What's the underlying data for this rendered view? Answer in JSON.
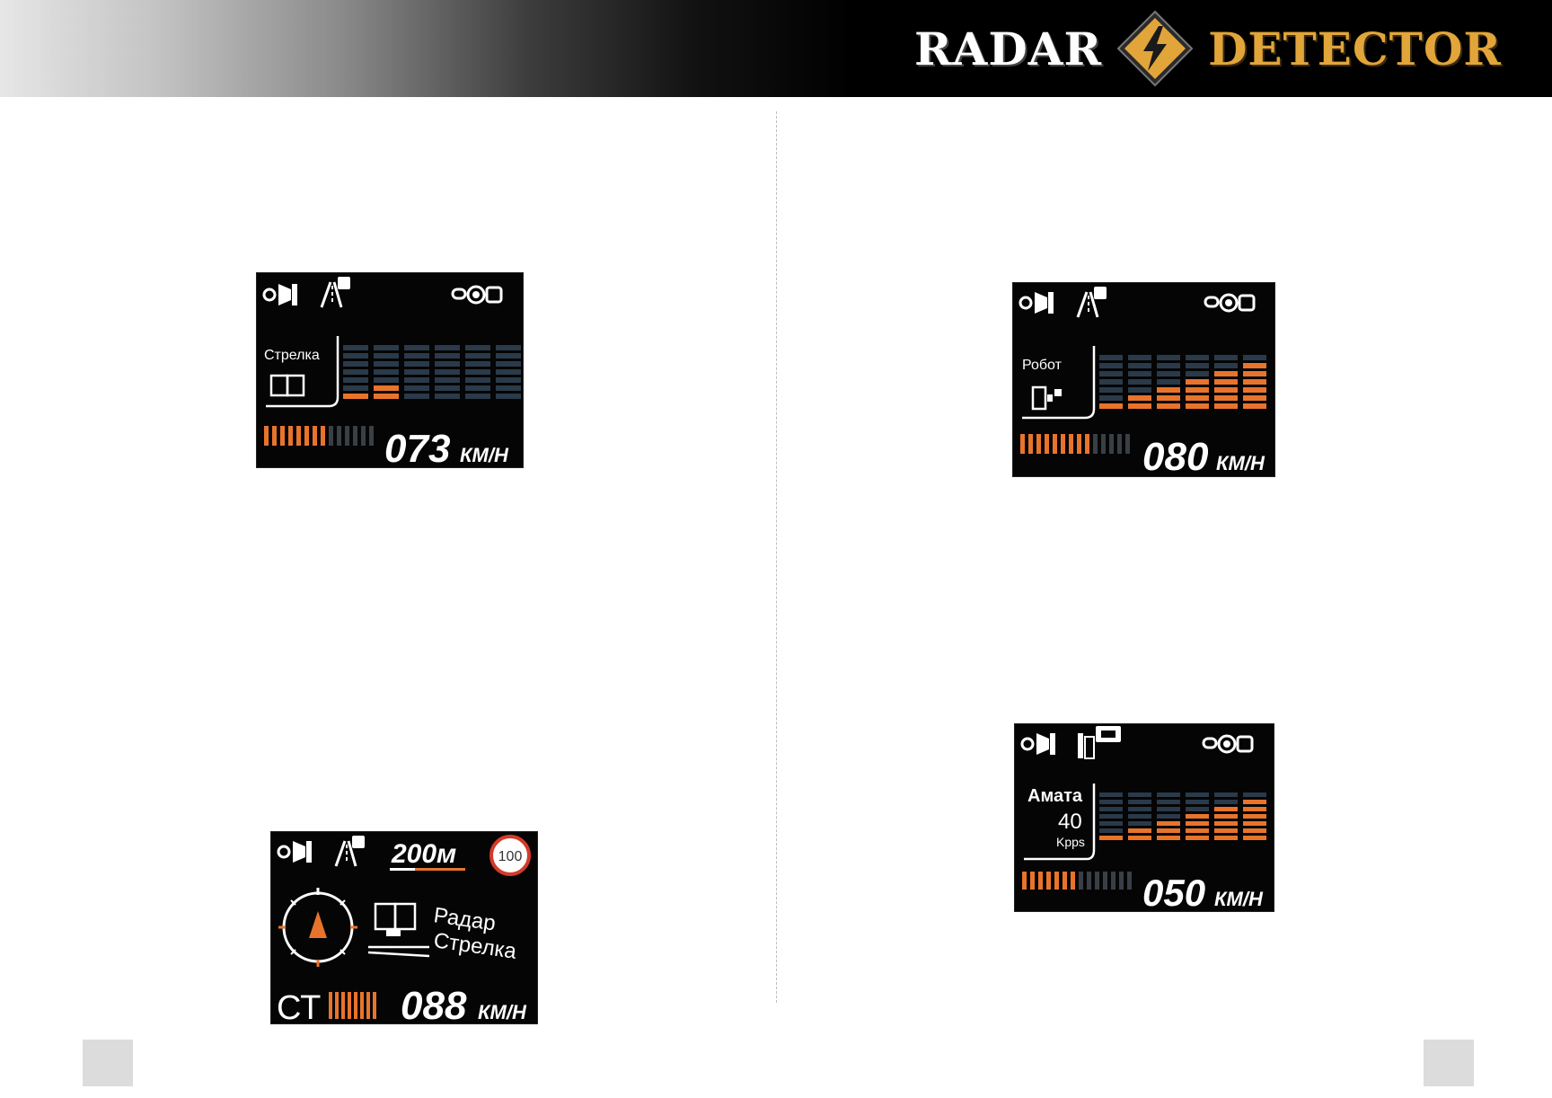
{
  "header": {
    "brand_left": "RADAR",
    "brand_right": "DETECTOR",
    "colors": {
      "bar": "#000000",
      "accent": "#e2a53a"
    }
  },
  "colors": {
    "orange": "#e8742c",
    "dim": "#2a3a4a",
    "text": "#ffffff"
  },
  "screens": [
    {
      "id": "s1",
      "label": "Стрелка",
      "speed": "073",
      "unit": "КМ/Н",
      "strength_lit": 8,
      "strength_total": 14,
      "bars": [
        1,
        2,
        0,
        0,
        0,
        0
      ]
    },
    {
      "id": "s2",
      "label": "Робот",
      "speed": "080",
      "unit": "КМ/Н",
      "strength_lit": 9,
      "strength_total": 14,
      "bars": [
        1,
        2,
        3,
        4,
        5,
        6
      ]
    },
    {
      "id": "s3",
      "distance": "200м",
      "limit": "100",
      "line1": "Радар",
      "line2": "Стрелка",
      "code": "СТ",
      "speed": "088",
      "unit": "КМ/Н"
    },
    {
      "id": "s4",
      "label": "Амата",
      "label2": "40",
      "label3": "Kpps",
      "speed": "050",
      "unit": "КМ/Н",
      "strength_lit": 7,
      "strength_total": 14,
      "bars": [
        1,
        2,
        3,
        4,
        5,
        6
      ]
    }
  ]
}
